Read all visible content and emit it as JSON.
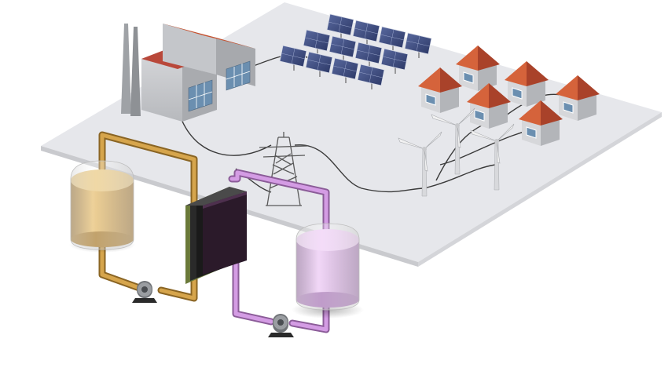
{
  "diagram": {
    "kind": "3d-illustration",
    "subject": "redox-flow-battery-grid-storage",
    "components": [
      {
        "name": "factory",
        "icon": "factory-icon"
      },
      {
        "name": "solar-array",
        "icon": "solar-panel-icon",
        "count": 12
      },
      {
        "name": "houses",
        "icon": "house-icon",
        "count": 6
      },
      {
        "name": "wind-turbines",
        "icon": "wind-turbine-icon",
        "count": 3
      },
      {
        "name": "transmission-tower",
        "icon": "pylon-icon"
      },
      {
        "name": "electrolyte-tank-left",
        "icon": "tank-icon"
      },
      {
        "name": "electrolyte-tank-right",
        "icon": "tank-icon"
      },
      {
        "name": "cell-stack",
        "icon": "membrane-stack-icon"
      },
      {
        "name": "pump-left",
        "icon": "pump-icon"
      },
      {
        "name": "pump-right",
        "icon": "pump-icon"
      }
    ],
    "colors": {
      "ground": "#e6e7eb",
      "left_electrolyte": "#c8963c",
      "right_electrolyte": "#c794d6",
      "roof": "#c8512e",
      "building": "#c9cbcf",
      "solar_panel": "#3b4a7a",
      "cable": "#3a3a3a"
    }
  }
}
